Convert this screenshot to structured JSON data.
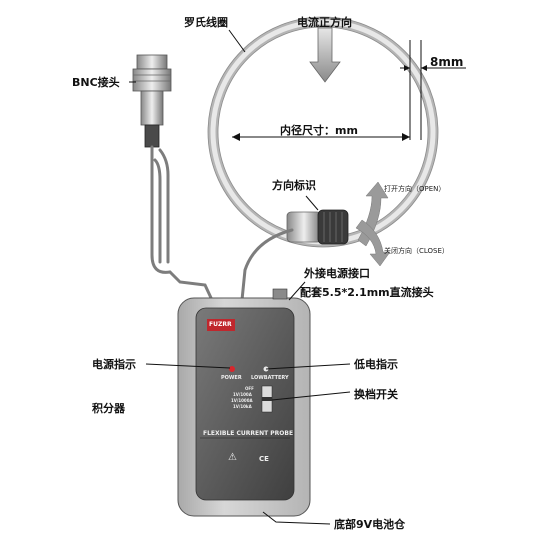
{
  "labels": {
    "rogowski_coil": "罗氏线圈",
    "current_direction": "电流正方向",
    "width_dim": "8mm",
    "bnc_connector": "BNC接头",
    "inner_diameter": "内径尺寸：mm",
    "direction_mark": "方向标识",
    "open_direction": "打开方向（OPEN）",
    "close_direction": "关闭方向（CLOSE）",
    "external_power": "外接电源接口",
    "dc_plug": "配套5.5*2.1mm直流接头",
    "power_indicator": "电源指示",
    "low_battery_indicator": "低电指示",
    "integrator": "积分器",
    "range_switch": "换档开关",
    "battery_compartment": "底部9V电池仓"
  },
  "device": {
    "brand": "FUZRR",
    "power_label": "POWER",
    "lowbattery_label": "LOWBATTERY",
    "switch_positions": [
      "OFF",
      "1V/100A",
      "1V/1000A",
      "1V/10kA"
    ],
    "product_name": "FLEXIBLE CURRENT PROBE",
    "warning_mark": "⚠",
    "ce_mark": "CE"
  },
  "colors": {
    "body_gray": "#c9c9c9",
    "brand_red": "#c0272d",
    "power_led": "#d8262c",
    "arrow_gray": "#9a9a9a"
  }
}
